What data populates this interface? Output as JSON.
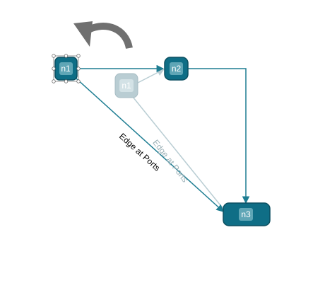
{
  "diagram": {
    "nodes": [
      {
        "id": "n1",
        "label": "n1",
        "selected": true
      },
      {
        "id": "n2",
        "label": "n2"
      },
      {
        "id": "n3",
        "label": "n3"
      }
    ],
    "ghost_node": {
      "label": "n1"
    },
    "edge_label": "Edge at Ports",
    "ghost_edge_label": "Edge at Ports",
    "colors": {
      "node_fill": "#0f6e86",
      "node_stroke": "#0b4f60",
      "node_inner": "#5fa6b6",
      "edge": "#1d7d92",
      "ghost": "#b9cdd3",
      "ghost_inner": "#d3e2e6",
      "rotate_icon": "#707070",
      "label": "#000000",
      "ghost_label": "#9db2b8"
    },
    "rotate_handle_icon": "rotate-counterclockwise-icon"
  }
}
